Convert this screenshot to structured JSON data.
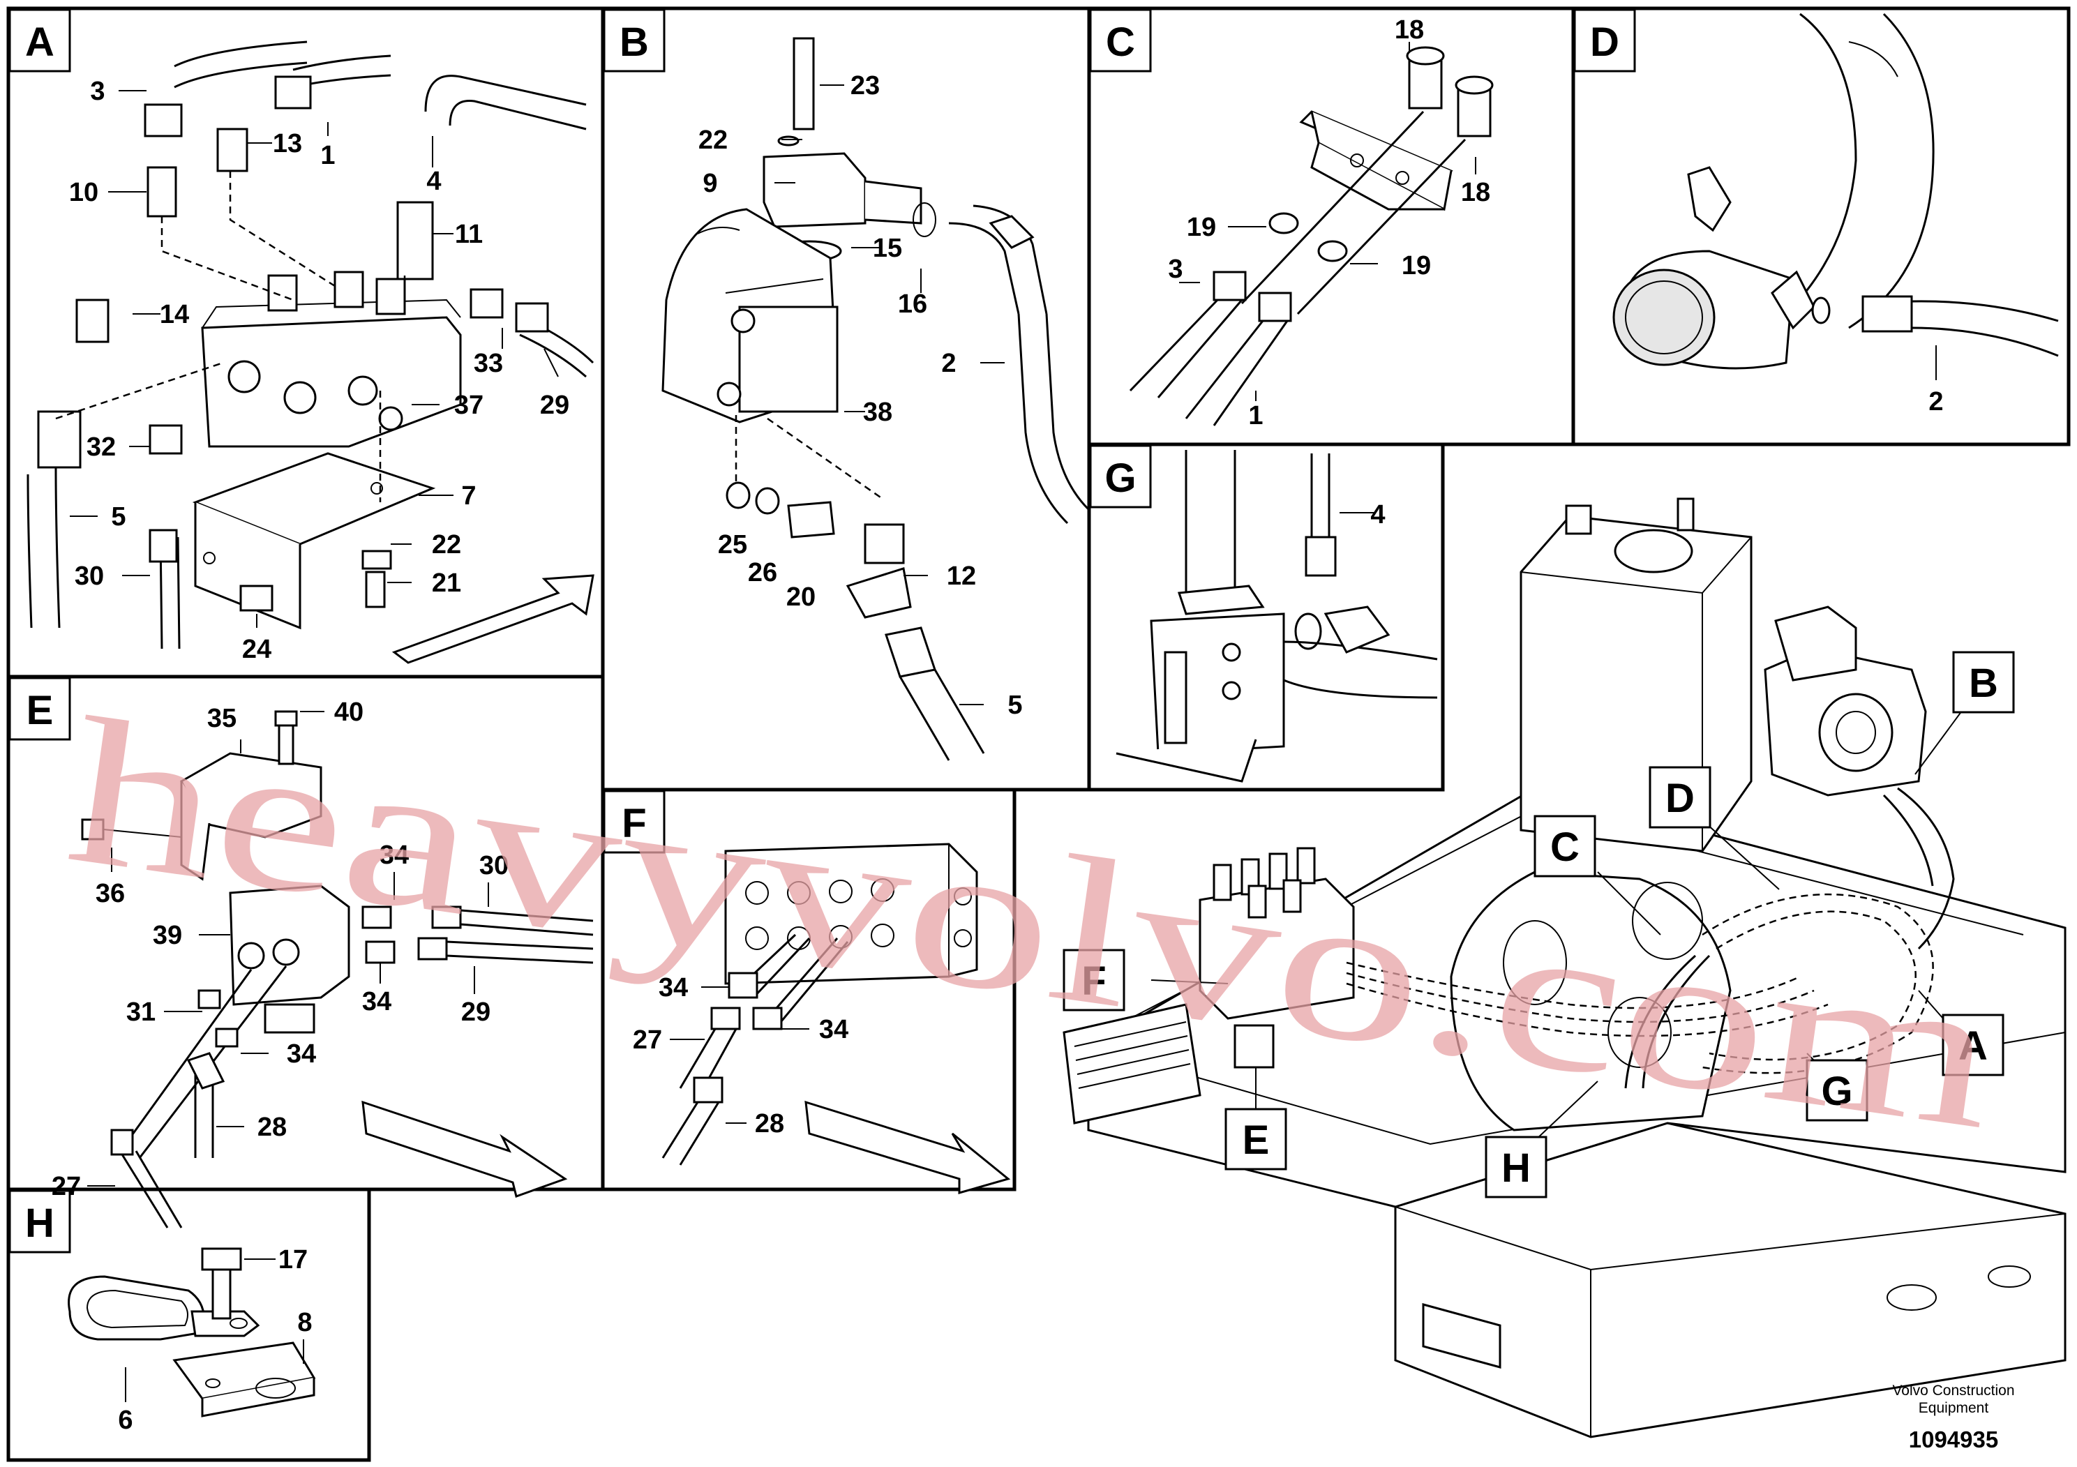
{
  "panels": {
    "A": {
      "letter": "A",
      "callouts": [
        "3",
        "13",
        "1",
        "4",
        "10",
        "11",
        "14",
        "33",
        "29",
        "32",
        "37",
        "5",
        "7",
        "22",
        "30",
        "21",
        "24"
      ]
    },
    "B": {
      "letter": "B",
      "callouts": [
        "23",
        "22",
        "9",
        "15",
        "16",
        "2",
        "38",
        "25",
        "26",
        "20",
        "12",
        "5"
      ]
    },
    "C": {
      "letter": "C",
      "callouts": [
        "18",
        "18",
        "19",
        "19",
        "3",
        "1"
      ]
    },
    "D": {
      "letter": "D",
      "callouts": [
        "2"
      ]
    },
    "G": {
      "letter": "G",
      "callouts": [
        "4"
      ]
    },
    "E": {
      "letter": "E",
      "callouts": [
        "35",
        "40",
        "36",
        "34",
        "30",
        "39",
        "34",
        "29",
        "31",
        "34",
        "28",
        "27"
      ]
    },
    "F": {
      "letter": "F",
      "callouts": [
        "34",
        "27",
        "34",
        "28"
      ]
    },
    "H": {
      "letter": "H",
      "callouts": [
        "17",
        "8",
        "6"
      ]
    }
  },
  "overview": {
    "labels": [
      "B",
      "D",
      "C",
      "F",
      "A",
      "G",
      "E",
      "H"
    ]
  },
  "watermark": "heavyvolvo.com",
  "manufacturer": [
    "Volvo Construction",
    "Equipment"
  ],
  "doc_number": "1094935"
}
